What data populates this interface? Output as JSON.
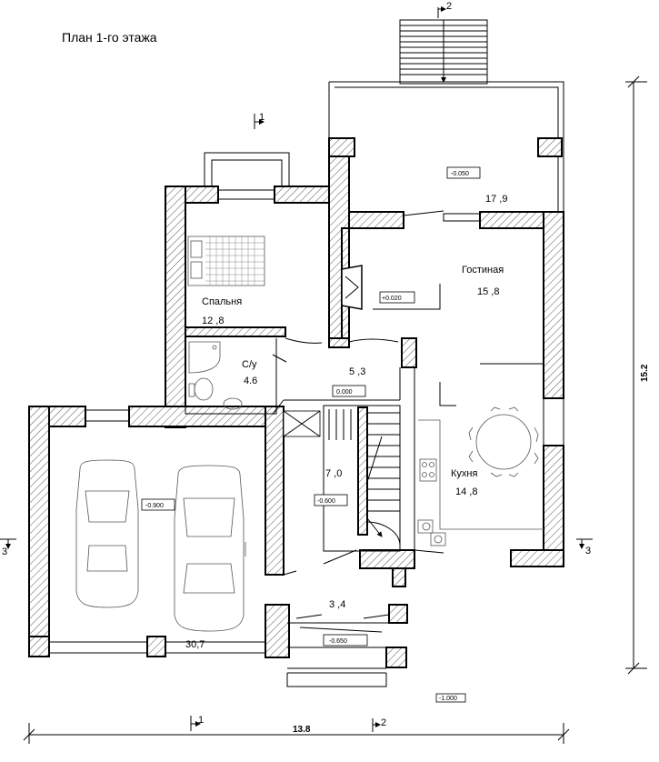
{
  "title": "План 1-го этажа",
  "rooms": {
    "terrace": {
      "area": "17 ,9",
      "level": "-0.050"
    },
    "bedroom": {
      "label": "Спальня",
      "area": "12 ,8"
    },
    "living": {
      "label": "Гостиная",
      "area": "15 ,8",
      "level": "+0.020"
    },
    "bathroom": {
      "label": "С/у",
      "area": "4.6"
    },
    "hall": {
      "area": "5 ,3",
      "level": "0.000"
    },
    "stairhall": {
      "area": "7 ,0",
      "level": "-0.600"
    },
    "kitchen": {
      "label": "Кухня",
      "area": "14 ,8"
    },
    "garage": {
      "area": "30,7",
      "level": "-0.900"
    },
    "vestibule": {
      "area": "3 ,4",
      "level": "-0.650"
    }
  },
  "ground_level": "-1.000",
  "section_marks": {
    "s1_top": "1",
    "s1_bottom": "1",
    "s2_top": "2",
    "s2_bottom": "2",
    "s3_left": "3",
    "s3_right": "3"
  },
  "dimensions": {
    "width": "13.8",
    "height": "15.2"
  }
}
